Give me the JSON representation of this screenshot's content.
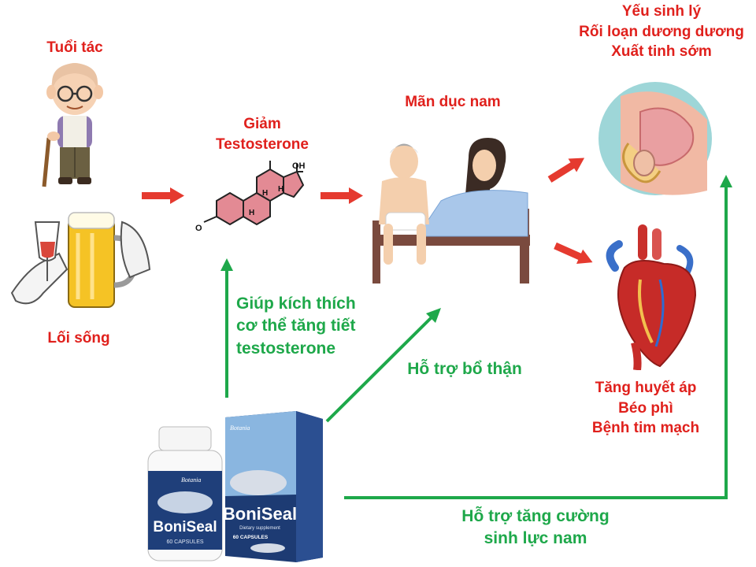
{
  "labels": {
    "age": "Tuổi tác",
    "lifestyle": "Lối sống",
    "testosterone_drop": [
      "Giảm",
      "Testosterone"
    ],
    "andropause": "Mãn dục nam",
    "sexual_issues": [
      "Yếu sinh lý",
      "Rối loạn dương dương",
      "Xuất tinh sớm"
    ],
    "cardio_issues": [
      "Tăng huyết áp",
      "Béo phì",
      "Bệnh tim mạch"
    ],
    "stimulate": [
      "Giúp kích thích",
      "cơ thể tăng tiết",
      "testosterone"
    ],
    "kidney": "Hỗ trợ bổ thận",
    "vitality": [
      "Hỗ trợ tăng cường",
      "sinh lực nam"
    ]
  },
  "molecule": {
    "oh_label": "OH",
    "h_label": "H",
    "o_label": "O"
  },
  "product": {
    "bottle_brand": "BoniSeal",
    "box_brand": "BoniSeal",
    "bottle_caps": "60 CAPSULES",
    "box_caps": "60 CAPSULES",
    "box_sub": "Dietary supplement",
    "maker": "Botania"
  },
  "colors": {
    "red": "#e0201c",
    "green": "#1ea84a",
    "arrow_red": "#e53a2f"
  }
}
